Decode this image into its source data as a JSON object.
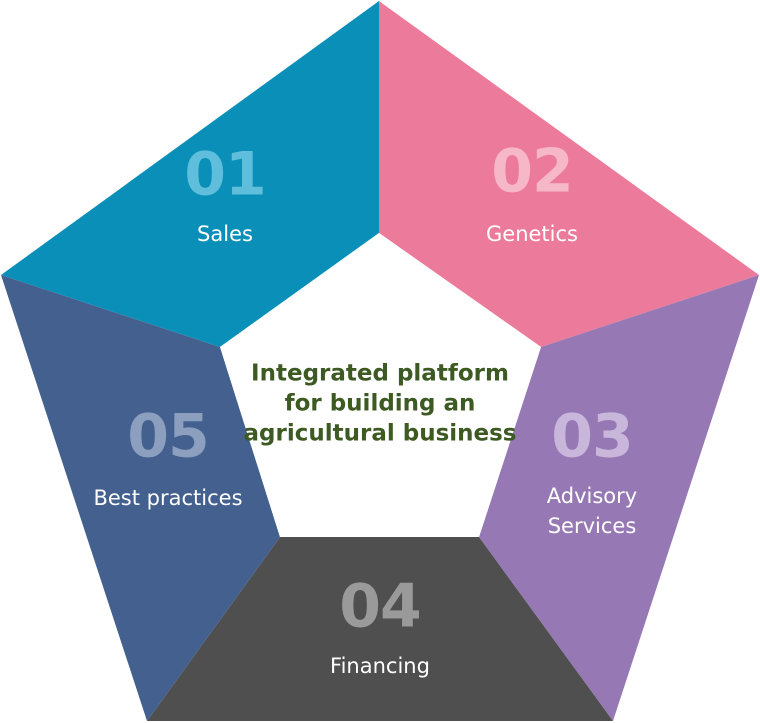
{
  "center_title": [
    "Integrated platform",
    "for building an",
    "agricultural business"
  ],
  "segments": [
    {
      "number": "01",
      "label": [
        "Sales"
      ],
      "color": "#0a8fb8",
      "number_color": "#5fbedb"
    },
    {
      "number": "02",
      "label": [
        "Genetics"
      ],
      "color": "#ec7b9b",
      "number_color": "#f6b8c9"
    },
    {
      "number": "03",
      "label": [
        "Advisory",
        "Services"
      ],
      "color": "#9679b4",
      "number_color": "#c9b6db"
    },
    {
      "number": "04",
      "label": [
        "Financing"
      ],
      "color": "#4f4f4f",
      "number_color": "#9a9a9a"
    },
    {
      "number": "05",
      "label": [
        "Best practices"
      ],
      "color": "#43608f",
      "number_color": "#8d9fbf"
    }
  ],
  "colors": {
    "center_text": "#3d5a22",
    "background": "#ffffff"
  }
}
